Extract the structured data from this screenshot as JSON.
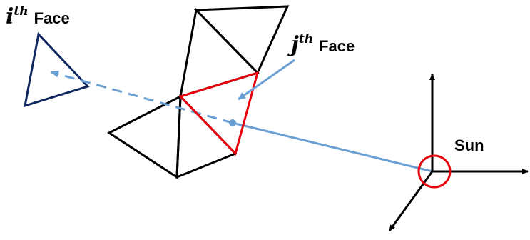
{
  "labels": {
    "i_face_math": "i",
    "i_face_sup": "th",
    "i_face_text": "Face",
    "j_face_math": "j",
    "j_face_sup": "th",
    "j_face_text": "Face",
    "sun": "Sun"
  },
  "colors": {
    "mesh": "#000000",
    "highlighted_face": "#e8000b",
    "ray": "#6a9fd4",
    "i_face": "#0f2660",
    "sun_marker": "#e8000b",
    "axes": "#000000"
  }
}
